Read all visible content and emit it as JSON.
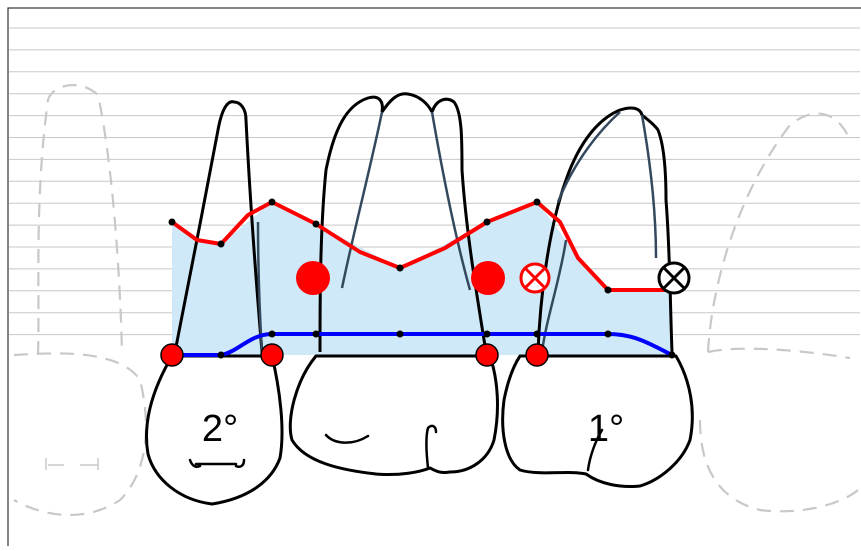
{
  "labels": {
    "tooth_left": "2°",
    "tooth_right": "1°"
  },
  "colors": {
    "background": "#ffffff",
    "grid_line": "#c8c8c8",
    "ghost_tooth": "#c8c8c8",
    "tooth_outline": "#000000",
    "root_line": "#34495e",
    "shaded_area": "#cfe9f8",
    "gingival_margin": "#ff0000",
    "attachment_level": "#0000ff",
    "marker_red": "#ff0000",
    "marker_black": "#000000"
  },
  "icons": {
    "filled_circle": "bleeding-marker",
    "circled_x_red": "suppuration-marker",
    "circled_x_black": "furcation-marker"
  }
}
